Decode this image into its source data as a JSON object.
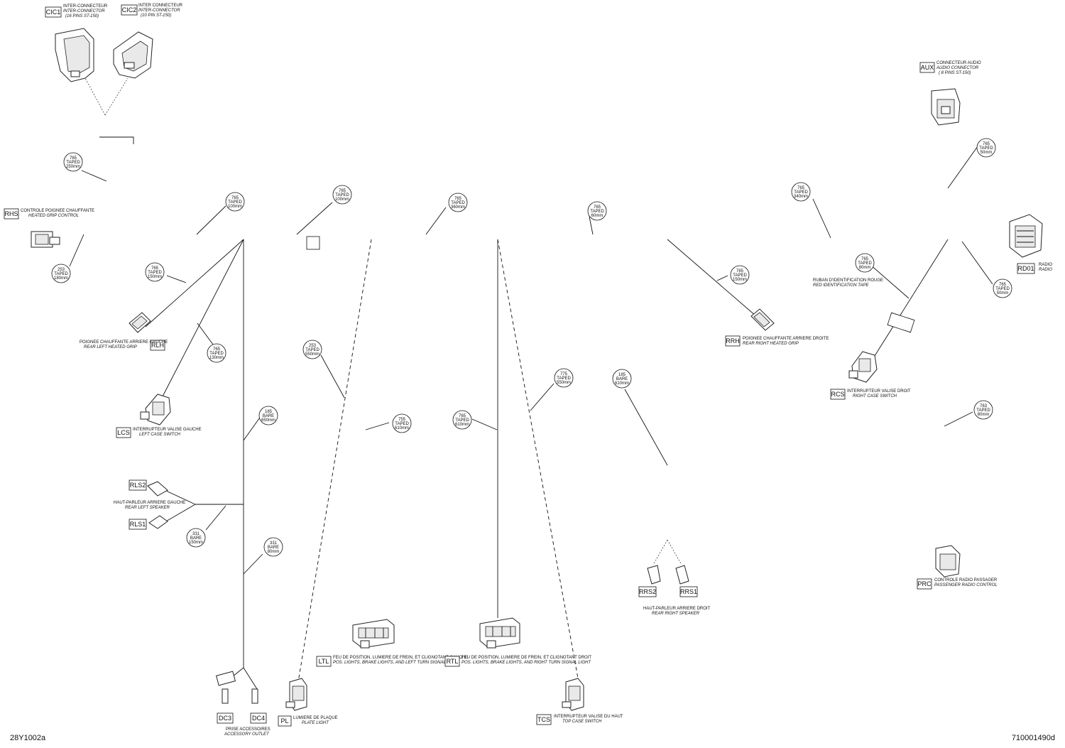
{
  "diagram": {
    "footer_left": "28Y1002a",
    "footer_right": "710001490d",
    "connectors": [
      {
        "id": "cic1",
        "code": "CIC1",
        "fr": "INTER-CONNECTEUR",
        "en": "INTER-CONNECTOR",
        "note": "(16 PINS ST-150)"
      },
      {
        "id": "cic2",
        "code": "CIC2",
        "fr": "INTER CONNECTEUR",
        "en": "INTER-CONNECTOR",
        "note": "(10 PIN ST-150)"
      },
      {
        "id": "aux",
        "code": "AUX",
        "fr": "CONNECTEUR AUDIO",
        "en": "AUDIO CONNECTOR",
        "note": "( 8 PINS ST-150)"
      },
      {
        "id": "rhs",
        "code": "RHS",
        "fr": "CONTROLE POIGNEE CHAUFFANTE",
        "en": "HEATED GRIP CONTROL"
      },
      {
        "id": "rd01",
        "code": "RD01",
        "fr": "RADIO",
        "en": "RADIO"
      },
      {
        "id": "rlh",
        "code": "RLH",
        "fr": "POIGNEE CHAUFFANTE ARRIERE GAUCHE",
        "en": "REAR LEFT HEATED GRIP"
      },
      {
        "id": "rrh",
        "code": "RRH",
        "fr": "POIGNEE CHAUFFANTE ARRIERE DROITE",
        "en": "REAR RIGHT HEATED GRIP"
      },
      {
        "id": "lcs",
        "code": "LCS",
        "fr": "INTERRUPTEUR VALISE GAUCHE",
        "en": "LEFT CASE SWITCH"
      },
      {
        "id": "rcs",
        "code": "RCS",
        "fr": "INTERRUPTEUR VALISE DROIT",
        "en": "RIGHT CASE SWITCH"
      },
      {
        "id": "rls2",
        "code": "RLS2"
      },
      {
        "id": "rls1",
        "code": "RLS1"
      },
      {
        "id": "rls",
        "fr": "HAUT-PARLEUR ARRIERE GAUCHE",
        "en": "REAR LEFT SPEAKER"
      },
      {
        "id": "rrs2",
        "code": "RRS2"
      },
      {
        "id": "rrs1",
        "code": "RRS1"
      },
      {
        "id": "rrs",
        "fr": "HAUT-PARLEUR ARRIERE DROIT",
        "en": "REAR RIGHT SPEAKER"
      },
      {
        "id": "prc",
        "code": "PRC",
        "fr": "CONTROLE RADIO PASSAGER",
        "en": "PASSENGER RADIO CONTROL"
      },
      {
        "id": "ltl",
        "code": "LTL",
        "fr": "FEU DE POSITION, LUMIERE DE FREIN, ET CLIGNOTANT GAUCHE",
        "en": "POS. LIGHTS, BRAKE LIGHTS, AND LEFT TURN SIGNAL LIGHT"
      },
      {
        "id": "rtl",
        "code": "RTL",
        "fr": "FEU DE POSITION, LUMIERE DE FREIN, ET CLIGNOTANT DROIT",
        "en": "POS. LIGHTS, BRAKE LIGHTS, AND RIGHT TURN SIGNAL LIGHT"
      },
      {
        "id": "pl",
        "code": "PL",
        "fr": "LUMIERE DE PLAQUE",
        "en": "PLATE LIGHT"
      },
      {
        "id": "tcs",
        "code": "TCS",
        "fr": "INTERRUPTEUR VALISE DU HAUT",
        "en": "TOP CASE SWITCH"
      },
      {
        "id": "dc3",
        "code": "DC3"
      },
      {
        "id": "dc4",
        "code": "DC4"
      },
      {
        "id": "dc",
        "fr": "PRISE ACCESSOIRES",
        "en": "ACCESSORY OUTLET"
      }
    ],
    "tape_note": {
      "fr": "RUBAN D'IDENTIFICATION ROUGE",
      "en": "RED IDENTIFICATION TAPE"
    },
    "callouts": [
      {
        "id": "c1",
        "l1": "765",
        "l2": "TAPED",
        "l3": "250mm"
      },
      {
        "id": "c2",
        "l1": "765",
        "l2": "TAPED",
        "l3": "100mm"
      },
      {
        "id": "c3",
        "l1": "765",
        "l2": "TAPED",
        "l3": "100mm"
      },
      {
        "id": "c4",
        "l1": "765",
        "l2": "TAPED",
        "l3": "360mm"
      },
      {
        "id": "c5",
        "l1": "765",
        "l2": "TAPED",
        "l3": "60mm"
      },
      {
        "id": "c6",
        "l1": "765",
        "l2": "TAPED",
        "l3": "340mm"
      },
      {
        "id": "c7",
        "l1": "765",
        "l2": "TAPED",
        "l3": "50mm"
      },
      {
        "id": "c8",
        "l1": "253",
        "l2": "TAPED",
        "l3": "180mm"
      },
      {
        "id": "c9",
        "l1": "765",
        "l2": "TAPED",
        "l3": "150mm"
      },
      {
        "id": "c10",
        "l1": "765",
        "l2": "TAPED",
        "l3": "130mm"
      },
      {
        "id": "c11",
        "l1": "765",
        "l2": "TAPED",
        "l3": "150mm"
      },
      {
        "id": "c12",
        "l1": "765",
        "l2": "TAPED",
        "l3": "80mm"
      },
      {
        "id": "c13",
        "l1": "765",
        "l2": "TAPED",
        "l3": "50mm"
      },
      {
        "id": "c14",
        "l1": "253",
        "l2": "TAPED",
        "l3": "550mm"
      },
      {
        "id": "c15",
        "l1": "775",
        "l2": "TAPED",
        "l3": "550mm"
      },
      {
        "id": "c16",
        "l1": "185",
        "l2": "BARE",
        "l3": "610mm"
      },
      {
        "id": "c17",
        "l1": "185",
        "l2": "BARE",
        "l3": "650mm"
      },
      {
        "id": "c18",
        "l1": "755",
        "l2": "TAPED",
        "l3": "610mm"
      },
      {
        "id": "c19",
        "l1": "765",
        "l2": "TAPED",
        "l3": "610mm"
      },
      {
        "id": "c20",
        "l1": "763",
        "l2": "TAPED",
        "l3": "80mm"
      },
      {
        "id": "c21",
        "l1": "331",
        "l2": "BARE",
        "l3": "150mm"
      },
      {
        "id": "c22",
        "l1": "331",
        "l2": "BARE",
        "l3": "80mm"
      }
    ]
  }
}
